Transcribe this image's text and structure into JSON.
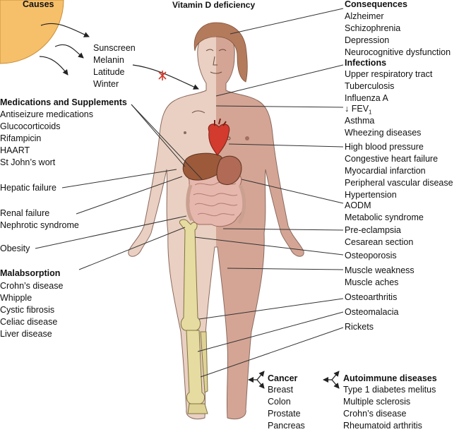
{
  "title": "Vitamin D deficiency",
  "causes": {
    "heading": "Causes",
    "environmental": [
      "Sunscreen",
      "Melanin",
      "Latitude",
      "Winter"
    ],
    "medications": {
      "heading": "Medications and Supplements",
      "items": [
        "Antiseizure medications",
        "Glucocorticoids",
        "Rifampicin",
        "HAART",
        "St John’s wort"
      ]
    },
    "hepatic": "Hepatic failure",
    "renal": [
      "Renal failure",
      "Nephrotic syndrome"
    ],
    "obesity": "Obesity",
    "malabsorption": {
      "heading": "Malabsorption",
      "items": [
        "Crohn’s disease",
        "Whipple",
        "Cystic fibrosis",
        "Celiac disease",
        "Liver disease"
      ]
    }
  },
  "consequences": {
    "heading": "Consequences",
    "neuro": [
      "Alzheimer",
      "Schizophrenia",
      "Depression",
      "Neurocognitive dysfunction"
    ],
    "infections": {
      "heading": "Infections",
      "items": [
        "Upper respiratory tract",
        "Tuberculosis",
        "Influenza A"
      ]
    },
    "respiratory": {
      "fev_arrow": "↓",
      "fev": "FEV",
      "fev_sub": "1",
      "items": [
        "Asthma",
        "Wheezing diseases"
      ]
    },
    "cardio": [
      "High blood pressure",
      "Congestive heart failure",
      "Myocardial infarction",
      "Peripheral vascular disease",
      "Hypertension"
    ],
    "metabolic": [
      "AODM",
      "Metabolic syndrome"
    ],
    "pregnancy": [
      "Pre-eclampsia",
      "Cesarean section"
    ],
    "osteoporosis": "Osteoporosis",
    "muscle": [
      "Muscle weakness",
      "Muscle aches"
    ],
    "osteoarthritis": "Osteoarthritis",
    "osteomalacia": "Osteomalacia",
    "rickets": "Rickets",
    "cancer": {
      "heading": "Cancer",
      "items": [
        "Breast",
        "Colon",
        "Prostate",
        "Pancreas"
      ]
    },
    "autoimmune": {
      "heading": "Autoimmune diseases",
      "items": [
        "Type 1 diabetes melitus",
        "Multiple sclerosis",
        "Crohn’s disease",
        "Rheumatoid arthritis"
      ]
    }
  },
  "colors": {
    "sun": "#f6bf6a",
    "skin_light": "#ead0c2",
    "skin_dark": "#d4a595",
    "hair": "#b47a5c",
    "heart": "#d23b2d",
    "liver": "#9c5a3a",
    "intestine": "#e6b7ad",
    "bone": "#e6dca2",
    "blocked_mark": "#d23b2d",
    "line": "#333333"
  }
}
